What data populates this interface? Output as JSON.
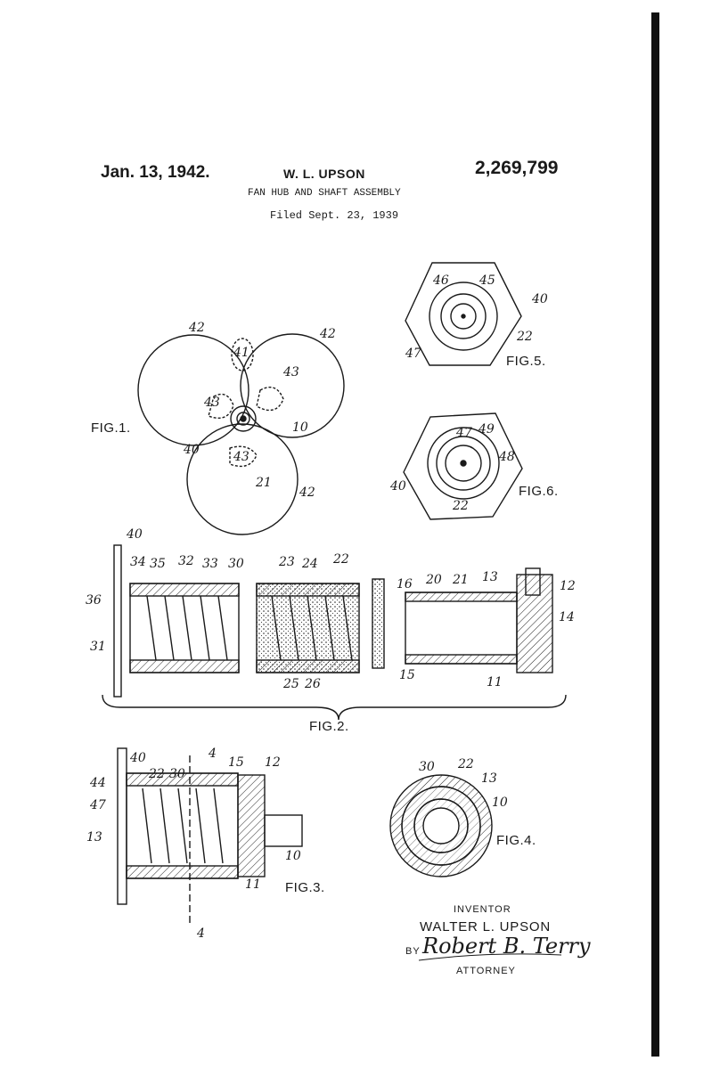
{
  "header": {
    "date": "Jan. 13, 1942.",
    "inventor": "W. L. UPSON",
    "patent_number": "2,269,799",
    "title": "FAN HUB AND SHAFT ASSEMBLY",
    "filed": "Filed Sept. 23, 1939"
  },
  "figures": {
    "fig1": "FIG.1.",
    "fig2": "FIG.2.",
    "fig3": "FIG.3.",
    "fig4": "FIG.4.",
    "fig5": "FIG.5.",
    "fig6": "FIG.6."
  },
  "refs": {
    "fig1": [
      "42",
      "42",
      "41",
      "43",
      "43",
      "10",
      "40",
      "43",
      "21",
      "42"
    ],
    "fig5": [
      "46",
      "45",
      "40",
      "22",
      "47"
    ],
    "fig6": [
      "47",
      "49",
      "48",
      "40",
      "22"
    ],
    "fig2": [
      "40",
      "34",
      "35",
      "32",
      "33",
      "30",
      "36",
      "31",
      "23",
      "24",
      "22",
      "25",
      "26",
      "16",
      "20",
      "21",
      "13",
      "12",
      "14",
      "15",
      "11"
    ],
    "fig3": [
      "40",
      "4",
      "15",
      "12",
      "44",
      "22",
      "30",
      "47",
      "13",
      "10",
      "11",
      "4"
    ],
    "fig4": [
      "30",
      "22",
      "13",
      "10"
    ]
  },
  "signature": {
    "inventor_label": "INVENTOR",
    "inventor_name": "WALTER L. UPSON",
    "by_label": "BY",
    "attorney_signature": "Robert B. Terry",
    "attorney_label": "ATTORNEY"
  }
}
